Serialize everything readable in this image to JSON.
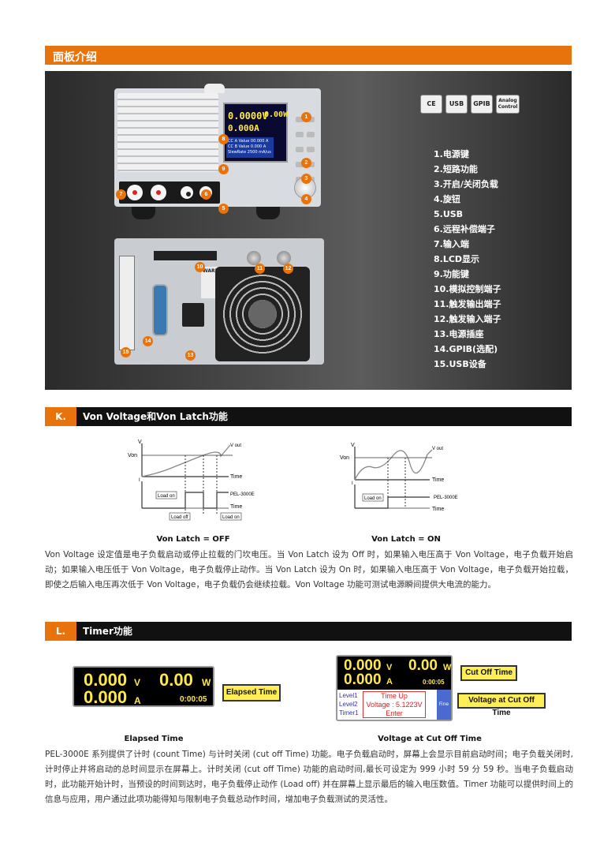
{
  "section_panel": {
    "title": "面板介绍"
  },
  "badges": [
    "CE",
    "USB",
    "GPIB",
    "Analog Control"
  ],
  "features": [
    "1.电源键",
    "2.短路功能",
    "3.开启/关闭负载",
    "4.旋钮",
    "5.USB",
    "6.远程补偿端子",
    "7.输入端",
    "8.LCD显示",
    "9.功能键",
    "10.模拟控制端子",
    "11.触发输出端子",
    "12.触发输入端子",
    "13.电源插座",
    "14.GPIB(选配)",
    "15.USB设备"
  ],
  "lcd": {
    "voltage": "0.0000V",
    "power": "0.00W",
    "current": "0.000A",
    "info1": "CC A Value  00.000 A",
    "info2": "CC B Value  0.000 A",
    "info3": "SlewRate  2500 mA/us"
  },
  "device_label": "PEL-3000E",
  "rear_warning": "WARNING",
  "callouts": [
    "1",
    "2",
    "3",
    "4",
    "5",
    "6",
    "7",
    "8",
    "9",
    "10",
    "11",
    "12",
    "13",
    "14",
    "15"
  ],
  "section_k": {
    "tag": "K.",
    "title": "Von Voltage和Von Latch功能"
  },
  "diagram_off": {
    "v": "V",
    "von": "Von",
    "vout": "V out",
    "time": "Time",
    "i": "I",
    "load_on": "Load on",
    "load_off": "Load off",
    "model": "PEL-3000E",
    "caption": "Von Latch = OFF"
  },
  "diagram_on": {
    "v": "V",
    "von": "Von",
    "vout": "V out",
    "time": "Time",
    "i": "I",
    "load_on": "Load on",
    "model": "PEL-3000E",
    "caption": "Von Latch = ON"
  },
  "para_k": "Von Voltage 设定值是电子负载启动或停止拉载的门坎电压。当 Von Latch 设为 Off 时，如果输入电压高于 Von Voltage，电子负载开始启动；如果输入电压低于 Von Voltage，电子负载停止动作。当 Von Latch 设为 On 时，如果输入电压高于 Von Voltage，电子负载开始拉载，即使之后输入电压再次低于 Von Voltage，电子负载仍会继续拉载。Von Voltage 功能可测试电源瞬间提供大电流的能力。",
  "section_l": {
    "tag": "L.",
    "title": "Timer功能"
  },
  "timer_left": {
    "v": "0.000",
    "v_unit": "V",
    "w": "0.00",
    "w_unit": "W",
    "a": "0.000",
    "a_unit": "A",
    "time": "0:00:05",
    "tag": "Elapsed Time",
    "caption": "Elapsed Time"
  },
  "timer_right": {
    "v": "0.000",
    "v_unit": "V",
    "w": "0.00",
    "w_unit": "W",
    "a": "0.000",
    "a_unit": "A",
    "time": "0:00:05",
    "levels": [
      "Level1",
      "Level2",
      "Timer1"
    ],
    "popup1": "Time Up",
    "popup2": "Voltage : 5.1223V",
    "popup3": "Enter",
    "fine": "Fine",
    "tag1": "Cut Off Time",
    "tag2": "Voltage at Cut Off Time",
    "caption": "Voltage at Cut Off Time"
  },
  "para_l": "PEL-3000E 系列提供了计时 (count Time) 与计时关闭 (cut off Time) 功能。电子负载启动时，屏幕上会显示目前启动时间；电子负载关闭时,计时停止并将启动的总时间显示在屏幕上。计时关闭 (cut off Time) 功能的启动时间,最长可设定为 999 小时 59 分 59 秒。当电子负载启动时，此功能开始计时，当预设的时间到达时，电子负载停止动作 (Load off) 并在屏幕上显示最后的输入电压数值。Timer 功能可以提供时间上的信息与应用，用户通过此项功能得知与限制电子负载总动作时间，增加电子负载测试的灵活性。"
}
